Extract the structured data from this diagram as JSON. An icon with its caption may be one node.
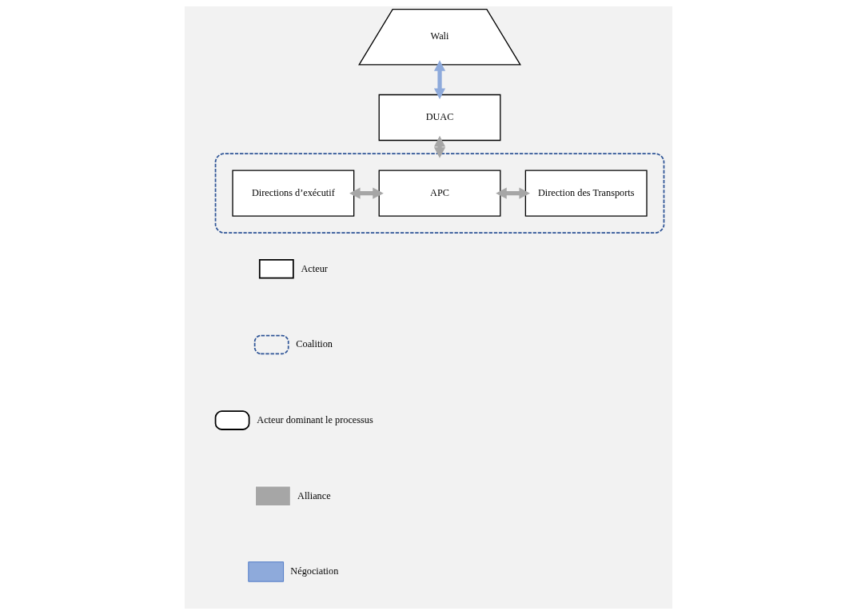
{
  "diagram": {
    "nodes": [
      {
        "text": [
          "Wali"
        ]
      },
      {
        "text": [
          "DUAC"
        ]
      },
      {
        "text": [],
        "shape": "ellipse"
      },
      {
        "text": [
          "Directions d’exécutif"
        ],
        "in": 2
      },
      {
        "text": [
          "APC"
        ],
        "in": 2
      },
      {
        "text": [
          "Direction des Transports"
        ],
        "in": 2
      }
    ],
    "edges": [
      {
        "from": 0,
        "to": 1,
        "arrow": "both",
        "color": "#8eaadb"
      },
      {
        "from": 1,
        "to": 2,
        "arrow": "both"
      },
      {
        "from": 3,
        "to": 4,
        "arrow": "both"
      },
      {
        "from": 4,
        "to": 5,
        "arrow": "both"
      }
    ],
    "legend": [
      {
        "text": "Acteur"
      },
      {
        "text": "Coalition"
      },
      {
        "text": "Acteur dominant le processus"
      },
      {
        "text": "Alliance"
      },
      {
        "text": "Négociation"
      }
    ]
  }
}
